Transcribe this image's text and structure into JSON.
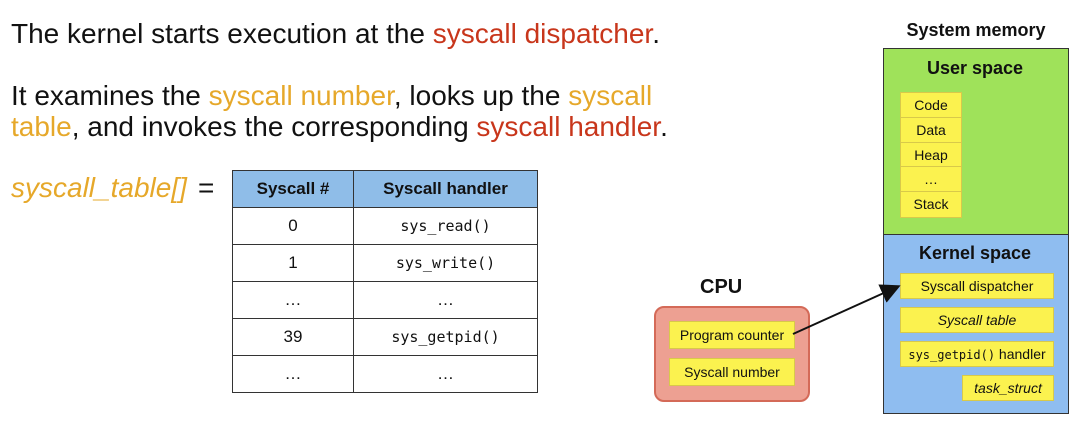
{
  "text": {
    "line1": {
      "a": "The kernel starts execution at the ",
      "b": "syscall dispatcher",
      "c": "."
    },
    "line2": {
      "a": "It examines the ",
      "b": "syscall number",
      "c": ", looks up the ",
      "d": "syscall"
    },
    "line3": {
      "a": "table",
      "b": ", and invokes the corresponding ",
      "c": "syscall handler",
      "d": "."
    },
    "table_var": "syscall_table[]",
    "equals": "="
  },
  "table": {
    "headers": [
      "Syscall #",
      "Syscall handler"
    ],
    "rows": [
      [
        "0",
        "sys_read()"
      ],
      [
        "1",
        "sys_write()"
      ],
      [
        "…",
        "…"
      ],
      [
        "39",
        "sys_getpid()"
      ],
      [
        "…",
        "…"
      ]
    ]
  },
  "cpu": {
    "title": "CPU",
    "program_counter": "Program counter",
    "syscall_number": "Syscall number"
  },
  "memory": {
    "title": "System memory",
    "user_space": {
      "title": "User space",
      "segments": [
        "Code",
        "Data",
        "Heap",
        "…",
        "Stack"
      ]
    },
    "kernel_space": {
      "title": "Kernel space",
      "dispatcher": "Syscall dispatcher",
      "syscall_table": "Syscall table",
      "handler_code": "sys_getpid()",
      "handler_suffix": " handler",
      "task_struct": "task_struct"
    }
  },
  "colors": {
    "red_highlight": "#c8361b",
    "gold_highlight": "#e6a82a",
    "user_space": "#9fe25a",
    "kernel_space": "#8fbdf0",
    "cpu_box": "#eda092",
    "label_yellow": "#fbf24f",
    "table_header": "#8fbde8"
  }
}
